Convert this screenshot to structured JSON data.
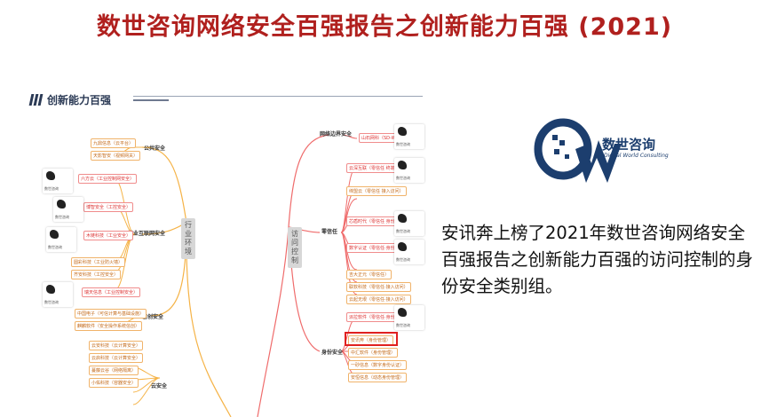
{
  "slide": {
    "title": "数世咨询网络安全百强报告之创新能力百强 (2021)",
    "description": "安讯奔上榜了2021年数世咨询网络安全百强报告之创新能力百强的访问控制的身份安全类别组。"
  },
  "screenshot": {
    "section_title": "创新能力百强",
    "left_branch": {
      "category_vertical": "行业环境",
      "groups": [
        "公共安全",
        "工业互联网安全",
        "信创安全",
        "云安全"
      ],
      "public_safety_items": [
        "九鼎信息（云平台）",
        "天影智安（视频网关）"
      ],
      "industrial_items": [
        "六方云（工业控制网安全）",
        "博智安全（工控安全）",
        "木链科技（工业安全）",
        "圆彩科技（工业防火墙）",
        "齐安科技（工控安全）",
        "瑞天信息（工业控制安全）"
      ],
      "xinchuang_items": [
        "中国电子（可信计算与基础设施）",
        "麒麟软件（安全操作系统信创）"
      ],
      "cloud_items": [
        "云安科技（云计算安全）",
        "云启科技（云计算安全）",
        "蔓藤云谷（网络隔离）",
        "小佑科技（容器安全）"
      ]
    },
    "right_branch": {
      "category_vertical": "访问控制",
      "groups": [
        "网络边界安全",
        "零信任",
        "身份安全"
      ],
      "perimeter_items": [
        "山石网科（SD-WAN）"
      ],
      "zero_trust_items": [
        "云深互联（零信任 终端安全）",
        "缔盟云（零信任 接入访问）",
        "芯盾时代（零信任 身份安全）",
        "数字认证（零信任·身份认证）",
        "吉大正元（零信任）",
        "联软科技（零信任·接入访问）",
        "云起无垠（零信任·接入访问）"
      ],
      "identity_items": [
        "派拉软件（零信任·身份安全）",
        "安讯奔（身份管理）",
        "中汇软件（身份管理）",
        "一砂信息（数字身份认证）",
        "安恒信息（动态身份管理）"
      ],
      "highlight": "安讯奔（身份管理）"
    },
    "logo_caption": "数世咨询"
  },
  "brand": {
    "name": "数世咨询",
    "subtitle": "Digital World Consulting",
    "color_primary": "#1c3e6e",
    "color_title": "#b0201e",
    "color_highlight": "#e02020"
  }
}
